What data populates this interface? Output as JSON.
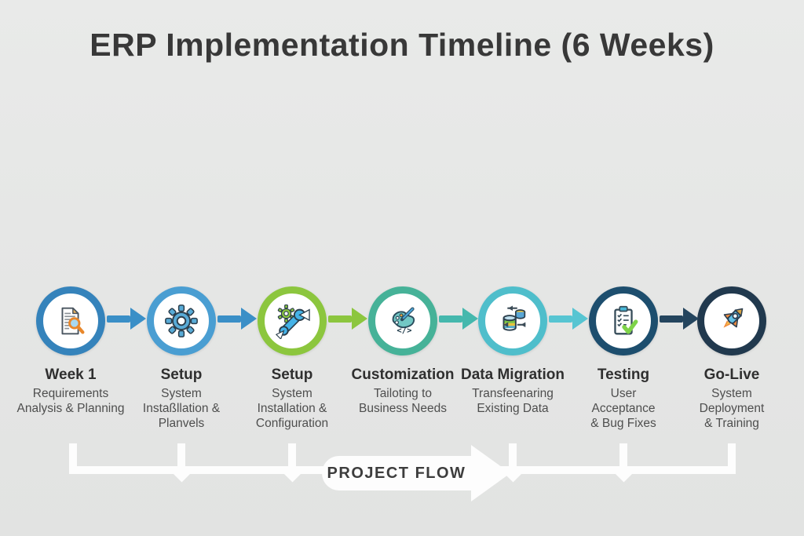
{
  "title": "ERP Implementation Timeline (6 Weeks)",
  "flow_label": "PROJECT FLOW",
  "background_color": "#e5e6e5",
  "milestones": [
    {
      "name": "Week 1",
      "description": "Requirements\nAnalysis & Planning",
      "icon": "document-magnifier-icon",
      "ring_color": "#3583bb",
      "arrow_color": "#3a8fc7"
    },
    {
      "name": "Setup",
      "description": "System\nInstaßllation &\nPlanvels",
      "icon": "gear-icon",
      "ring_color": "#4a9ed2",
      "arrow_color": "#3a8fc7"
    },
    {
      "name": "Setup",
      "description": "System\nInstallation &\nConfiguration",
      "icon": "gear-wrench-icon",
      "ring_color": "#8cc63e",
      "arrow_color": "#8cc63e"
    },
    {
      "name": "Customization",
      "description": "Tailoting to\nBusiness Needs",
      "icon": "palette-code-icon",
      "ring_color": "#46b298",
      "arrow_color": "#45b8ad"
    },
    {
      "name": "Data Migration",
      "description": "Transfeenaring\nExisting Data",
      "icon": "database-transfer-icon",
      "ring_color": "#4fbecb",
      "arrow_color": "#57c5d2"
    },
    {
      "name": "Testing",
      "description": "User\nAcceptance\n& Bug Fixes",
      "icon": "checklist-icon",
      "ring_color": "#1d4e6e",
      "arrow_color": "#24455e"
    },
    {
      "name": "Go-Live",
      "description": "System\nDeployment\n& Training",
      "icon": "rocket-icon",
      "ring_color": "#21394e",
      "arrow_color": null
    }
  ]
}
